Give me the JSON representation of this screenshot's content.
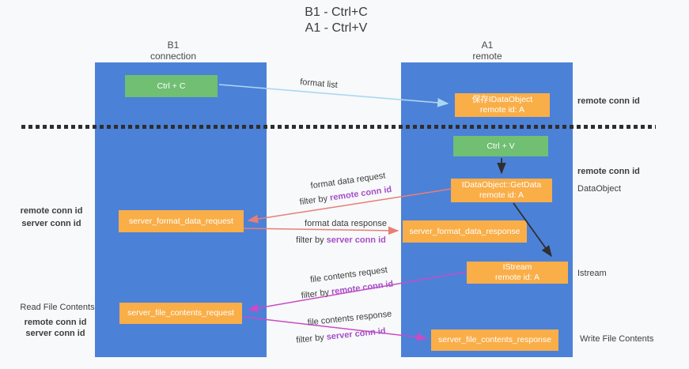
{
  "colors": {
    "bg": "#f8f9fa",
    "column-blue": "#4c81d8",
    "box-green": "#70bf73",
    "box-orange": "#f9ae48",
    "purple": "#a54fc8",
    "green-text": "#63b967",
    "salmon": "#e87e76",
    "magenta": "#c94bc6",
    "lightblue": "#abd7f2"
  },
  "title": {
    "line1": "B1 - Ctrl+C",
    "line2": "A1 - Ctrl+V"
  },
  "left_column": {
    "header1": "B1",
    "header2": "connection"
  },
  "right_column": {
    "header1": "A1",
    "header2": "remote"
  },
  "boxes": {
    "ctrl_c": {
      "label": "Ctrl + C"
    },
    "save_dataobject": {
      "line1": "保存IDataObject",
      "line2": "remote id: A"
    },
    "ctrl_v": {
      "label": "Ctrl + V"
    },
    "getdata": {
      "line1": "IDataObject::GetData",
      "line2": "remote id: A"
    },
    "format_request": {
      "label": "server_format_data_request"
    },
    "format_response": {
      "label": "server_format_data_response"
    },
    "istream": {
      "line1": "IStream",
      "line2": "remote id: A"
    },
    "file_request": {
      "label": "server_file_contents_request"
    },
    "file_response": {
      "label": "server_file_contents_response"
    }
  },
  "flow_labels": {
    "format_list": "format list",
    "format_data_request": "format data request",
    "format_data_response": "format data response",
    "file_contents_request": "file contents request",
    "file_contents_response": "file contents response",
    "filter_by": "filter by",
    "remote_conn_id": "remote conn id",
    "server_conn_id": "server conn id"
  },
  "side_labels": {
    "right_remote_conn_id_top": "remote conn id",
    "right_remote_conn_id_mid": "remote conn id",
    "dataobject": "DataObject",
    "istream": "Istream",
    "write_file_contents": "Write File Contents",
    "left_remote_conn_id_top": "remote conn id",
    "left_server_conn_id_top": "server conn id",
    "read_file_contents": "Read File Contents",
    "left_remote_conn_id_bottom": "remote conn id",
    "left_server_conn_id_bottom": "server conn id"
  }
}
